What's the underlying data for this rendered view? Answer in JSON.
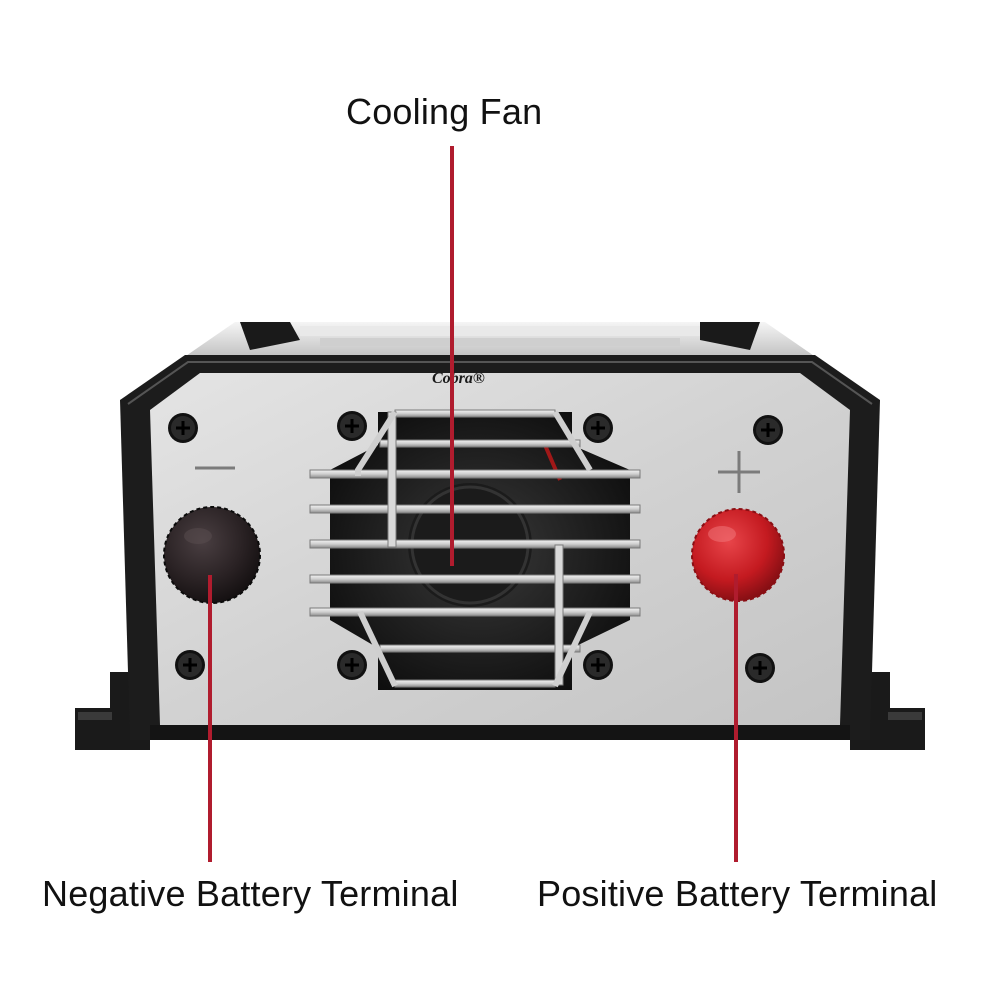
{
  "callouts": {
    "cooling_fan": "Cooling Fan",
    "negative_terminal": "Negative Battery Terminal",
    "positive_terminal": "Positive Battery Terminal"
  },
  "brand": {
    "logo_text": "Cobra®"
  },
  "terminal_symbols": {
    "negative": "−",
    "positive": "+"
  },
  "colors": {
    "leader_line": "#b01c2e",
    "positive_knob": "#c41a20",
    "negative_knob": "#2a2224",
    "housing": "#1c1c1c",
    "faceplate": "#d7d7d7"
  }
}
